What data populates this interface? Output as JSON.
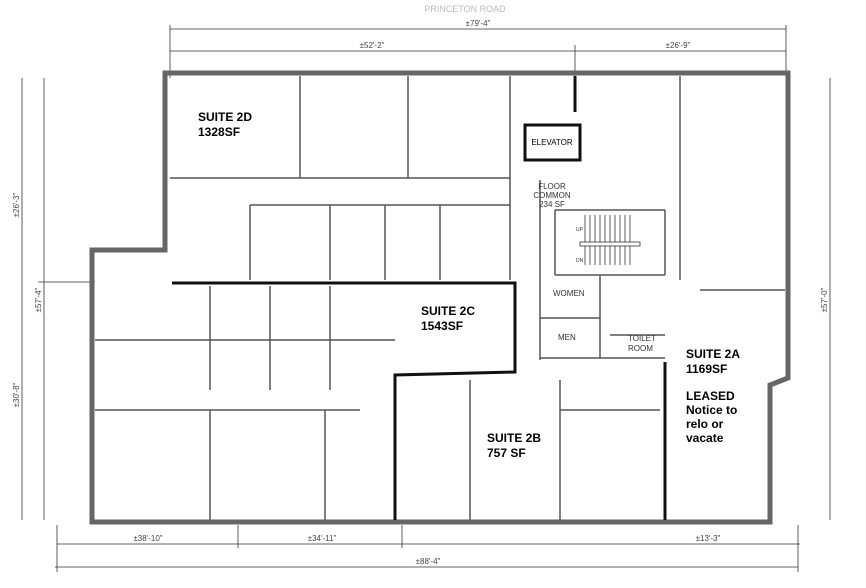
{
  "street": "PRINCETON ROAD",
  "dimensions": {
    "top_total": "±79'-4\"",
    "top_left": "±52'-2\"",
    "top_right": "±26'-9\"",
    "bottom_left": "±38'-10\"",
    "bottom_mid": "±34'-11\"",
    "bottom_right": "±13'-3\"",
    "bottom_total": "±88'-4\"",
    "left_upper": "±26'-3\"",
    "left_total": "±57'-4\"",
    "left_lower": "±30'-8\"",
    "right_total": "±57'-0\""
  },
  "suites": {
    "s2d": {
      "name": "SUITE 2D",
      "area": "1328SF"
    },
    "s2c": {
      "name": "SUITE 2C",
      "area": "1543SF"
    },
    "s2b": {
      "name": "SUITE 2B",
      "area": "757 SF"
    },
    "s2a": {
      "name": "SUITE 2A",
      "area": "1169SF",
      "status": "LEASED",
      "note1": "Notice to",
      "note2": "relo or",
      "note3": "vacate"
    }
  },
  "rooms": {
    "elevator": "ELEVATOR",
    "common1": "FLOOR",
    "common2": "COMMON",
    "common3": "234 SF",
    "women": "WOMEN",
    "men": "MEN",
    "toilet1": "TOILET",
    "toilet2": "ROOM",
    "up": "UP",
    "dn": "DN"
  }
}
